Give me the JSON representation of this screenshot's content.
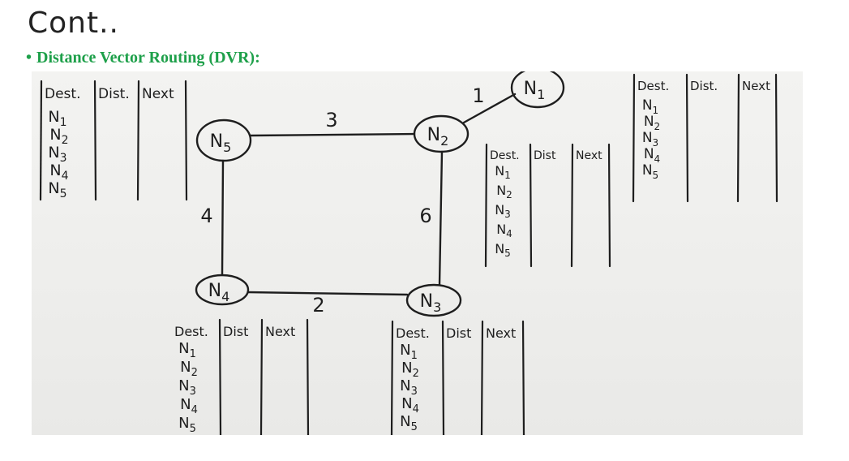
{
  "slide": {
    "title": "Cont..",
    "bullet": "•",
    "subtitle": "Distance Vector Routing (DVR):"
  },
  "colors": {
    "subtitle": "#1ea04a",
    "ink": "#1e1e1e",
    "board": "#efefed"
  },
  "diagram": {
    "nodes": [
      {
        "id": "N1",
        "label": "N",
        "sub": "1"
      },
      {
        "id": "N2",
        "label": "N",
        "sub": "2"
      },
      {
        "id": "N3",
        "label": "N",
        "sub": "3"
      },
      {
        "id": "N4",
        "label": "N",
        "sub": "4"
      },
      {
        "id": "N5",
        "label": "N",
        "sub": "5"
      }
    ],
    "edges": [
      {
        "from": "N5",
        "to": "N2",
        "cost": "3"
      },
      {
        "from": "N2",
        "to": "N1",
        "cost": "1"
      },
      {
        "from": "N5",
        "to": "N4",
        "cost": "4"
      },
      {
        "from": "N2",
        "to": "N3",
        "cost": "6"
      },
      {
        "from": "N4",
        "to": "N3",
        "cost": "2"
      }
    ],
    "tables": [
      {
        "owner": "N5",
        "headers": [
          "Dest.",
          "Dist.",
          "Next"
        ],
        "rows": [
          "N1",
          "N2",
          "N3",
          "N4",
          "N5"
        ]
      },
      {
        "owner": "N2",
        "headers": [
          "Dest.",
          "Dist",
          "Next"
        ],
        "rows": [
          "N1",
          "N2",
          "N3",
          "N4",
          "N5"
        ]
      },
      {
        "owner": "N1",
        "headers": [
          "Dest.",
          "Dist.",
          "Next"
        ],
        "rows": [
          "N1",
          "N2",
          "N3",
          "N4",
          "N5"
        ]
      },
      {
        "owner": "N4",
        "headers": [
          "Dest.",
          "Dist",
          "Next"
        ],
        "rows": [
          "N1",
          "N2",
          "N3",
          "N4",
          "N5"
        ]
      },
      {
        "owner": "N3",
        "headers": [
          "Dest.",
          "Dist",
          "Next"
        ],
        "rows": [
          "N1",
          "N2",
          "N3",
          "N4",
          "N5"
        ]
      }
    ]
  }
}
